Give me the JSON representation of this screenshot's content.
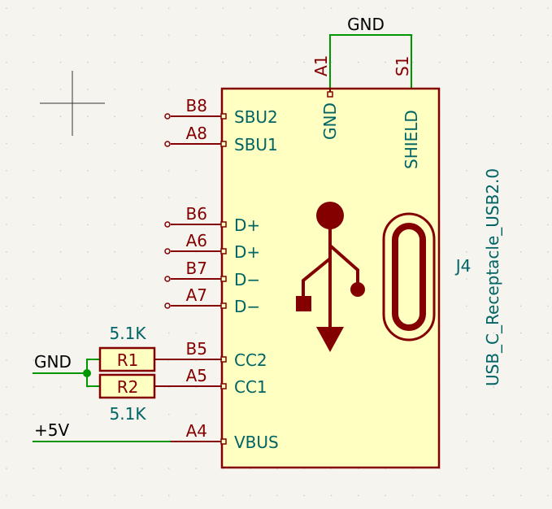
{
  "colors": {
    "background": "#f5f4ef",
    "grid": "#c9c9c9",
    "pin": "#840000",
    "body_fill": "#ffffc2",
    "body_stroke": "#840000",
    "wire": "#009600",
    "junction": "#009600",
    "pin_name": "#006464",
    "reference": "#006464",
    "cursor": "#333333"
  },
  "symbol": {
    "reference": "J4",
    "value": "USB_C_Receptacle_USB2.0",
    "left_pins": [
      {
        "number": "B8",
        "name": "SBU2"
      },
      {
        "number": "A8",
        "name": "SBU1"
      },
      {
        "number": "B6",
        "name": "D+"
      },
      {
        "number": "A6",
        "name": "D+"
      },
      {
        "number": "B7",
        "name": "D−"
      },
      {
        "number": "A7",
        "name": "D−"
      },
      {
        "number": "B5",
        "name": "CC2"
      },
      {
        "number": "A5",
        "name": "CC1"
      },
      {
        "number": "A4",
        "name": "VBUS"
      }
    ],
    "top_pins": [
      {
        "number": "A1",
        "name": "GND"
      },
      {
        "number": "S1",
        "name": "SHIELD"
      }
    ]
  },
  "resistors": [
    {
      "ref": "R1",
      "value": "5.1K"
    },
    {
      "ref": "R2",
      "value": "5.1K"
    }
  ],
  "nets": {
    "top_gnd": "GND",
    "left_gnd": "GND",
    "vbus": "+5V"
  }
}
